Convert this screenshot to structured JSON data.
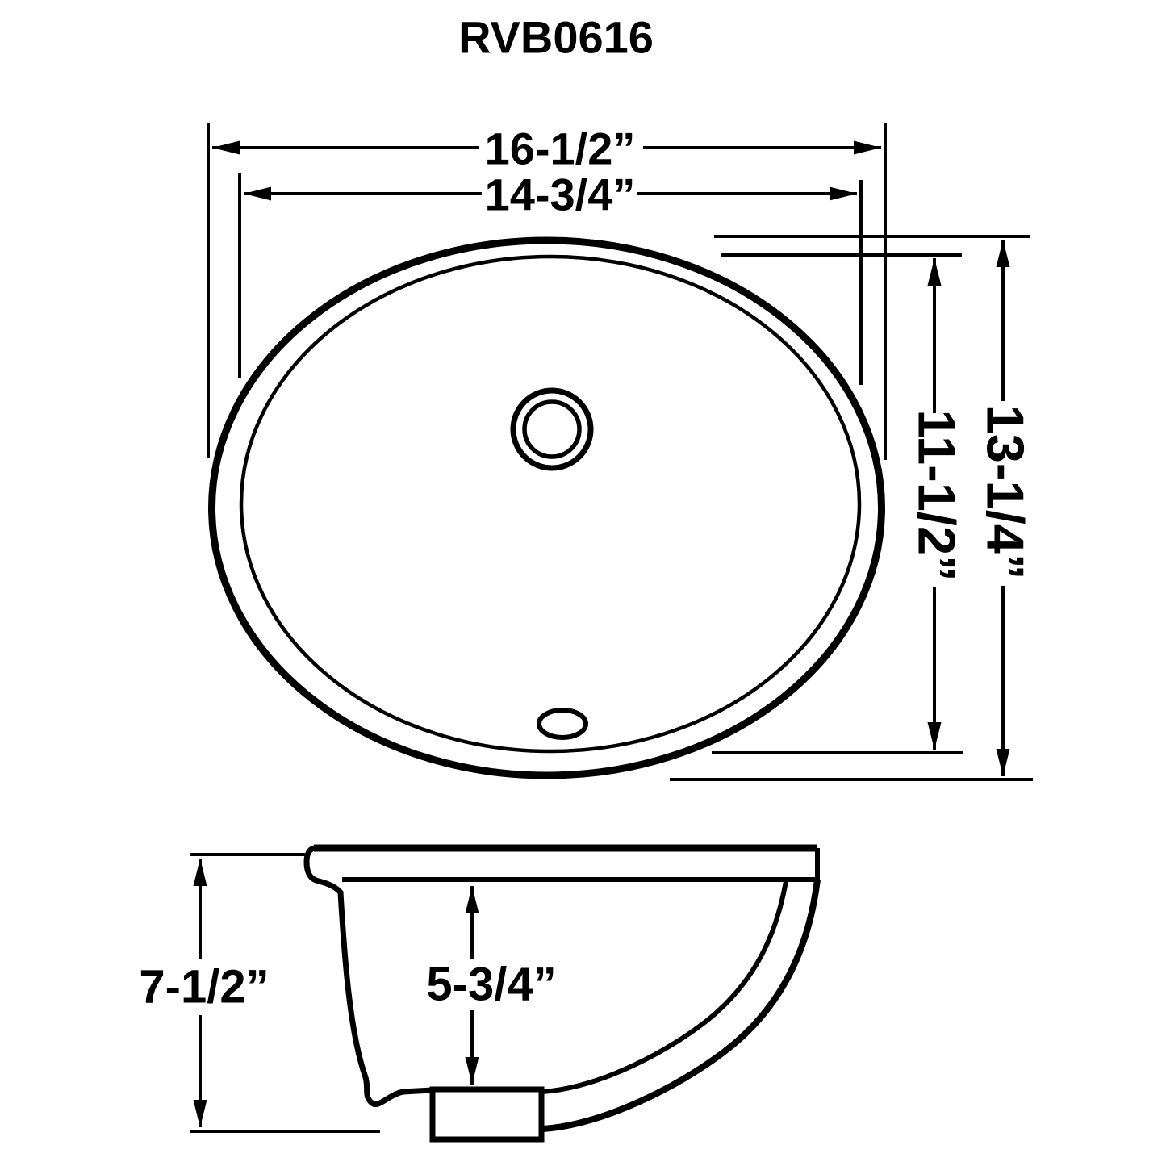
{
  "title": "RVB0616",
  "colors": {
    "ink": "#000000",
    "background": "#ffffff"
  },
  "top_view": {
    "outer_width": "16-1/2”",
    "inner_width": "14-3/4”",
    "outer_depth": "13-1/4”",
    "inner_depth": "11-1/2”"
  },
  "side_view": {
    "overall_height": "7-1/2”",
    "bowl_depth": "5-3/4”"
  }
}
